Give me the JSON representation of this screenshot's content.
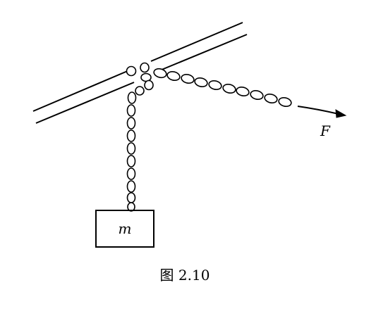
{
  "diagram": {
    "mass_label": "m",
    "force_label": "F",
    "caption": "图 2.10"
  }
}
